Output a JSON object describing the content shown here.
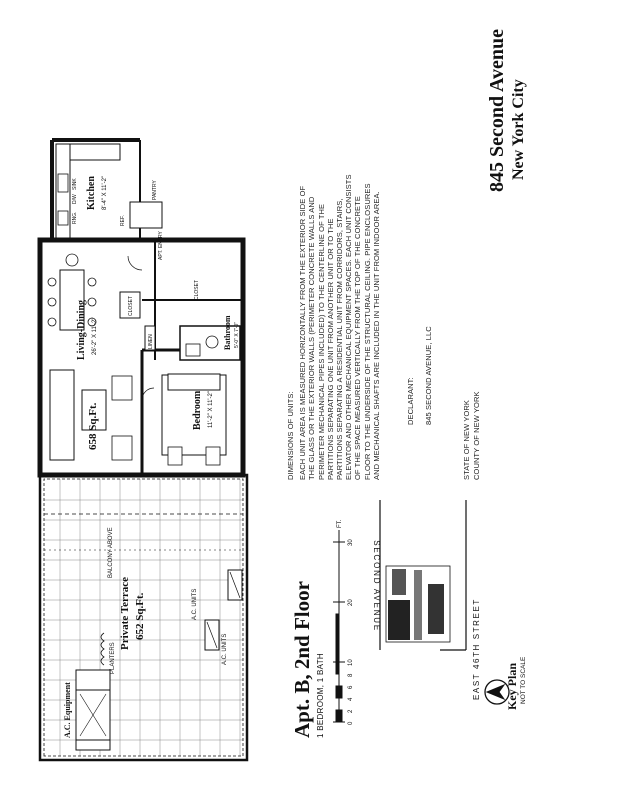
{
  "building": {
    "address": "845 Second Avenue",
    "city": "New York City"
  },
  "unit": {
    "title": "Apt. B, 2nd Floor",
    "subtitle": "1 BEDROOM, 1 BATH"
  },
  "scale_bar": {
    "ticks": [
      "0",
      "2",
      "4",
      "6",
      "8",
      "10",
      "",
      "",
      "",
      "",
      "",
      "20",
      "",
      "",
      "",
      "",
      "30"
    ],
    "unit": "FT."
  },
  "key_plan": {
    "title": "Key Plan",
    "note": "NOT TO SCALE",
    "street_1": "SECOND AVENUE",
    "street_2": "EAST 46TH STREET"
  },
  "notes": {
    "heading": "DIMENSIONS OF UNITS:",
    "lines": [
      "EACH UNIT AREA IS MEASURED HORIZONTALLY FROM THE EXTERIOR SIDE OF",
      "THE GLASS OR THE EXTERIOR WALLS (PERIMETER CONCRETE WALLS AND",
      "PERIMETER MECHANICAL PIPES INCLUDED) TO THE CENTERLINE OF THE",
      "PARTITIONS SEPARATING ONE UNIT FROM ANOTHER UNIT OR TO THE",
      "PARTITIONS SEPARATING A RESIDENTIAL UNIT FROM CORRIDORS, STAIRS,",
      "ELEVATOR AND OTHER MECHANICAL EQUIPMENT SPACES. EACH UNIT CONSISTS",
      "OF THE SPACE MEASURED VERTICALLY FROM THE TOP OF THE CONCRETE",
      "FLOOR TO THE UNDERSIDE OF THE STRUCTURAL CEILING. PIPE ENCLOSURES",
      "AND MECHANICAL SHAFTS ARE INCLUDED IN THE UNIT FROM INDOOR AREA."
    ],
    "declarant_label": "DECLARANT:",
    "declarant_name": "845 SECOND AVENUE, LLC",
    "state_line_1": "STATE OF NEW YORK",
    "state_line_2": "COUNTY OF NEW YORK"
  },
  "rooms": {
    "kitchen": {
      "name": "Kitchen",
      "dims": "8'-4\" X 11'-2\"",
      "labels": [
        "RNG.",
        "SINK",
        "D/W",
        "REF."
      ]
    },
    "pantry": "PANTRY",
    "apt_entry": "APT. ENTRY",
    "closet_1": "CLOSET",
    "closet_2": "CLOSET",
    "linen": "LINEN",
    "living": {
      "name": "Living-Dining",
      "dims": "26'-2\" X 11'-2\""
    },
    "area": "658 Sq.Ft.",
    "bathroom": {
      "name": "Bathroom",
      "dims": "5'-0\" X 7'-0\""
    },
    "bedroom": {
      "name": "Bedroom",
      "dims": "11'-2\" X 11'-2\""
    },
    "terrace": {
      "name": "Private Terrace",
      "area": "652 Sq.Ft."
    },
    "balcony": "BALCONY ABOVE",
    "ac_units_1": "A.C. UNITS",
    "ac_units_2": "A.C. UNITS",
    "planters": "PLANTERS",
    "ac_equipment": "A.C. Equipment"
  }
}
